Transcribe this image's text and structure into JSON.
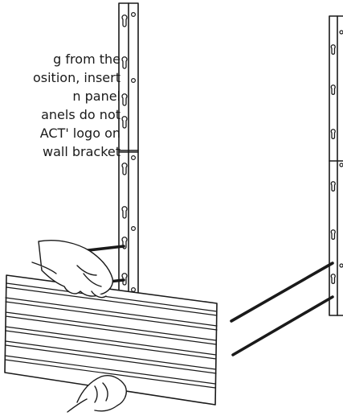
{
  "instructions": {
    "lines": [
      "g from the",
      "osition, insert",
      "n panel",
      "anels do not",
      "ACT' logo on",
      "wall bracket"
    ]
  },
  "colors": {
    "ink": "#1a1a1a",
    "background": "#ffffff",
    "panel_fill": "#ffffff"
  },
  "icons": [
    "left-wall-bracket",
    "right-wall-bracket",
    "slatwall-panel",
    "insertion-arrow",
    "hand"
  ]
}
